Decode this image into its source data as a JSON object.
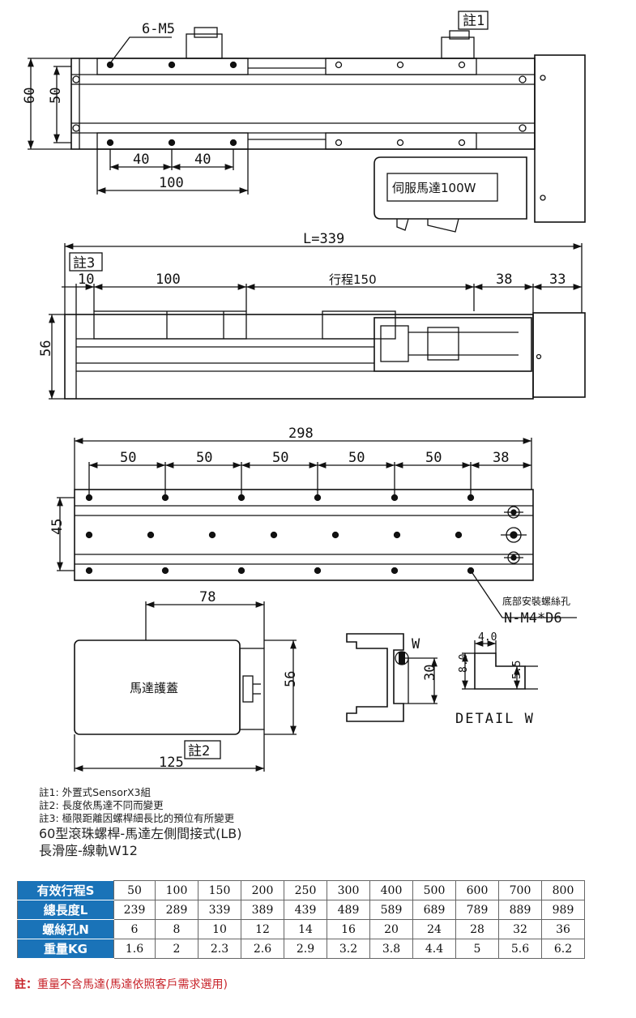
{
  "drawing": {
    "top_view": {
      "note_tag": "註1",
      "hole_label": "6-M5",
      "dim_60": "60",
      "dim_50": "50",
      "dim_40a": "40",
      "dim_40b": "40",
      "dim_100": "100",
      "motor_label": "伺服馬達100W"
    },
    "side_view": {
      "note_tag": "註3",
      "dim_L": "L=339",
      "dim_10": "10",
      "dim_100": "100",
      "dim_stroke": "行程150",
      "dim_38": "38",
      "dim_33": "33",
      "dim_56": "56"
    },
    "bottom_view": {
      "dim_298": "298",
      "dim_50_1": "50",
      "dim_50_2": "50",
      "dim_50_3": "50",
      "dim_50_4": "50",
      "dim_50_5": "50",
      "dim_38": "38",
      "dim_45": "45",
      "hole_caption": "底部安裝螺絲孔",
      "hole_spec": "N-M4*D6"
    },
    "motor_cover": {
      "dim_78": "78",
      "label": "馬達護蓋",
      "dim_56": "56",
      "dim_125": "125",
      "note_tag": "註2"
    },
    "profile": {
      "w_label": "W",
      "dim_30": "30"
    },
    "detail": {
      "dim_4": "4.0",
      "dim_8": "8.0",
      "dim_55": "5.5",
      "caption": "DETAIL W"
    }
  },
  "notes": [
    "註1: 外置式SensorX3組",
    "註2: 長度依馬達不同而變更",
    "註3: 極限距離因螺桿細長比的預位有所變更"
  ],
  "title_line1": "60型滾珠螺桿-馬達左側間接式(LB)",
  "title_line2": "長滑座-線軌W12",
  "spec_table": {
    "rows": [
      {
        "label": "有效行程S",
        "values": [
          "50",
          "100",
          "150",
          "200",
          "250",
          "300",
          "400",
          "500",
          "600",
          "700",
          "800"
        ]
      },
      {
        "label": "總長度L",
        "values": [
          "239",
          "289",
          "339",
          "389",
          "439",
          "489",
          "589",
          "689",
          "789",
          "889",
          "989"
        ]
      },
      {
        "label": "螺絲孔N",
        "values": [
          "6",
          "8",
          "10",
          "12",
          "14",
          "16",
          "20",
          "24",
          "28",
          "32",
          "36"
        ]
      },
      {
        "label": "重量KG",
        "values": [
          "1.6",
          "2",
          "2.3",
          "2.6",
          "2.9",
          "3.2",
          "3.8",
          "4.4",
          "5",
          "5.6",
          "6.2"
        ]
      }
    ]
  },
  "footnote_prefix": "註：",
  "footnote_text": "重量不含馬達(馬達依照客戶需求選用)"
}
